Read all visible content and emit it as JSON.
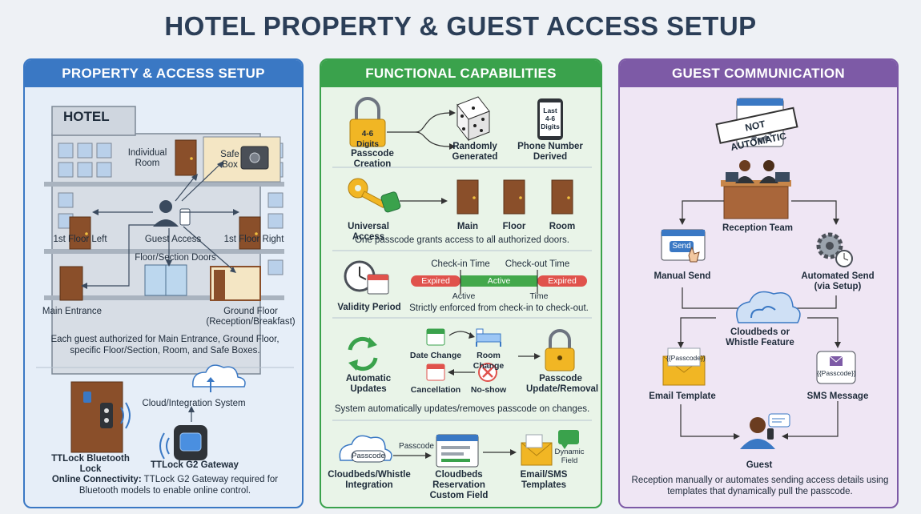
{
  "title": "HOTEL PROPERTY & GUEST ACCESS SETUP",
  "panels": {
    "property": {
      "header": "PROPERTY & ACCESS SETUP",
      "hotel_sign": "HOTEL",
      "labels": {
        "individual_room": "Individual Room",
        "safe_box": "Safe Box",
        "guest_access": "Guest Access",
        "first_floor_left": "1st Floor Left",
        "first_floor_right": "1st Floor Right",
        "floor_section_doors": "Floor/Section Doors",
        "main_entrance": "Main Entrance",
        "ground_floor": "Ground Floor (Reception/Breakfast)"
      },
      "description": "Each guest authorized for Main Entrance, Ground Floor, specific Floor/Section, Room, and Safe Boxes.",
      "cloud_system": "Cloud/Integration System",
      "bluetooth_lock": "TTLock Bluetooth Lock",
      "gateway": "TTLock G2 Gateway",
      "connectivity_label": "Online Connectivity:",
      "connectivity_text": "TTLock G2 Gateway required for Bluetooth models to enable online control."
    },
    "functional": {
      "header": "FUNCTIONAL CAPABILITIES",
      "passcode": {
        "lock_text": "4-6 Digits",
        "creation": "Passcode Creation",
        "random": "Randomly Generated",
        "phone_screen": "Last 4-6 Digits",
        "phone": "Phone Number Derived"
      },
      "universal": {
        "label": "Universal Access",
        "main": "Main",
        "floor": "Floor",
        "room": "Room",
        "desc": "One passcode grants access to all authorized doors."
      },
      "validity": {
        "label": "Validity Period",
        "checkin": "Check-in Time",
        "checkout": "Check-out Time",
        "expired_left": "Expired",
        "active": "Active",
        "expired_right": "Expired",
        "active_marker": "Active",
        "time_marker": "Time",
        "desc": "Strictly enforced from check-in to check-out."
      },
      "updates": {
        "label": "Automatic Updates",
        "date_change": "Date Change",
        "room_change": "Room Change",
        "cancellation": "Cancellation",
        "no_show": "No-show",
        "result": "Passcode Update/Removal",
        "desc": "System automatically updates/removes passcode on changes."
      },
      "integration": {
        "cloud_text": "Passcode",
        "source": "Cloudbeds/Whistle Integration",
        "arrow_label": "Passcode",
        "field": "Cloudbeds Reservation Custom Field",
        "dynamic": "Dynamic Field",
        "templates": "Email/SMS Templates"
      }
    },
    "communication": {
      "header": "GUEST COMMUNICATION",
      "stamp": "NOT AUTOMATIC",
      "reception": "Reception Team",
      "send_btn": "Send",
      "manual": "Manual Send",
      "automated": "Automated Send (via Setup)",
      "cloud_feature": "Cloudbeds or Whistle Feature",
      "email_tag": "{{Passcode}}",
      "sms_tag": "{{Passcode}}",
      "email": "Email Template",
      "sms": "SMS Message",
      "guest": "Guest",
      "desc": "Reception manually or automates sending access details using templates that dynamically pull the passcode."
    }
  },
  "colors": {
    "blue": "#3a78c4",
    "green": "#3aa24c",
    "purple": "#7d5aa6",
    "expired": "#e0524c",
    "active": "#43a84b",
    "door": "#8a4f2a"
  }
}
